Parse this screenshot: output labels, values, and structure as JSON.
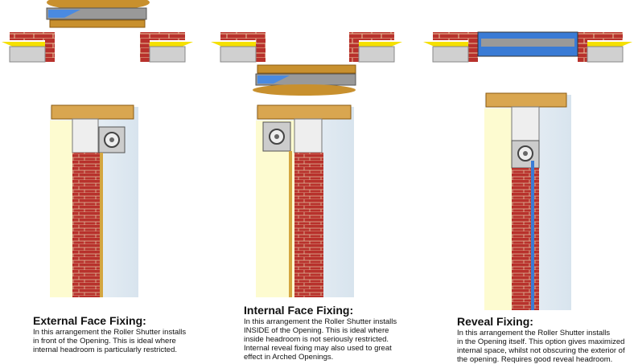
{
  "panels": [
    {
      "title": "External Face Fixing:",
      "lines": [
        "In this arrangement the Roller Shutter installs",
        "in front of the Opening. This is ideal where",
        "internal headroom is particularly restricted."
      ]
    },
    {
      "title": "Internal Face Fixing:",
      "lines": [
        "In this arrangement the Roller Shutter installs",
        "INSIDE of the Opening. This is ideal where",
        "inside headroom is not seriously restricted.",
        "Internal reveal fixing may also used to great",
        "effect in Arched Openings."
      ]
    },
    {
      "title": "Reveal Fixing:",
      "lines": [
        "In this arrangement the Roller Shutter installs",
        "in the Opening itself. This option gives maximized",
        "internal space, whilst not obscuring the exterior of",
        "the opening. Requires good reveal headroom."
      ]
    }
  ],
  "colors": {
    "brick": "#b8312c",
    "timber": "#c8902e",
    "wall_yellow": "#fdfbd0",
    "glass": "#e6eef5",
    "shutter_blue": "#3a7bd5",
    "plaster": "#f5e000"
  }
}
